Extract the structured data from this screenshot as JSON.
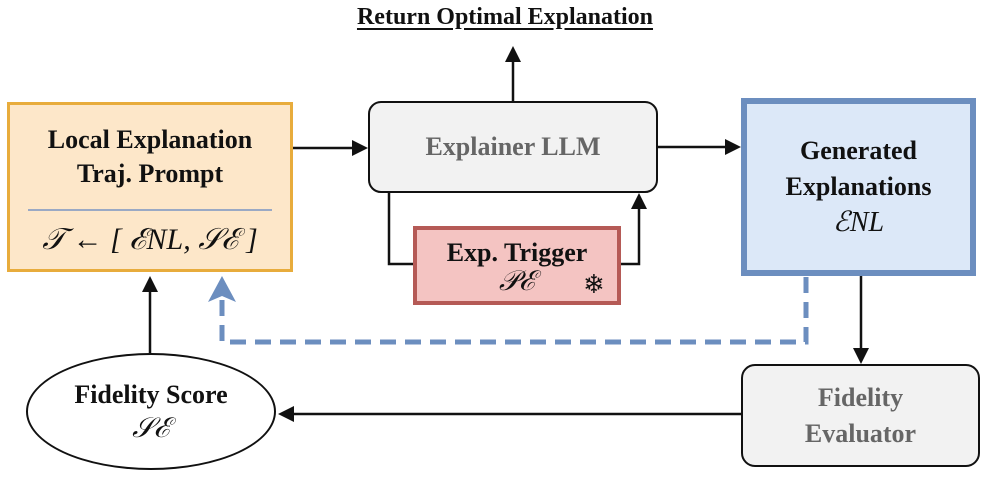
{
  "top_label": "Return Optimal Explanation",
  "local_box": {
    "title_line1": "Local Explanation",
    "title_line2": "Traj. Prompt",
    "formula": "𝒯 ← [ ℰNL, 𝒮ℰ ]"
  },
  "explainer_box": {
    "label": "Explainer LLM"
  },
  "trigger_box": {
    "label": "Exp. Trigger",
    "symbol": "𝒫ℰ",
    "frozen_icon": "snowflake-icon"
  },
  "generated_box": {
    "line1": "Generated",
    "line2": "Explanations",
    "symbol": "ℰNL"
  },
  "evaluator_box": {
    "line1": "Fidelity",
    "line2": "Evaluator"
  },
  "score_node": {
    "label": "Fidelity Score",
    "symbol": "𝒮ℰ"
  },
  "colors": {
    "local_fill": "#fde7c9",
    "local_border": "#e8ac3c",
    "trigger_fill": "#f4c4c2",
    "trigger_border": "#b55a56",
    "generated_fill": "#dce8f8",
    "generated_border": "#6c8ebf",
    "neutral_fill": "#f2f2f2",
    "feedback_dashed": "#6c8ebf"
  }
}
